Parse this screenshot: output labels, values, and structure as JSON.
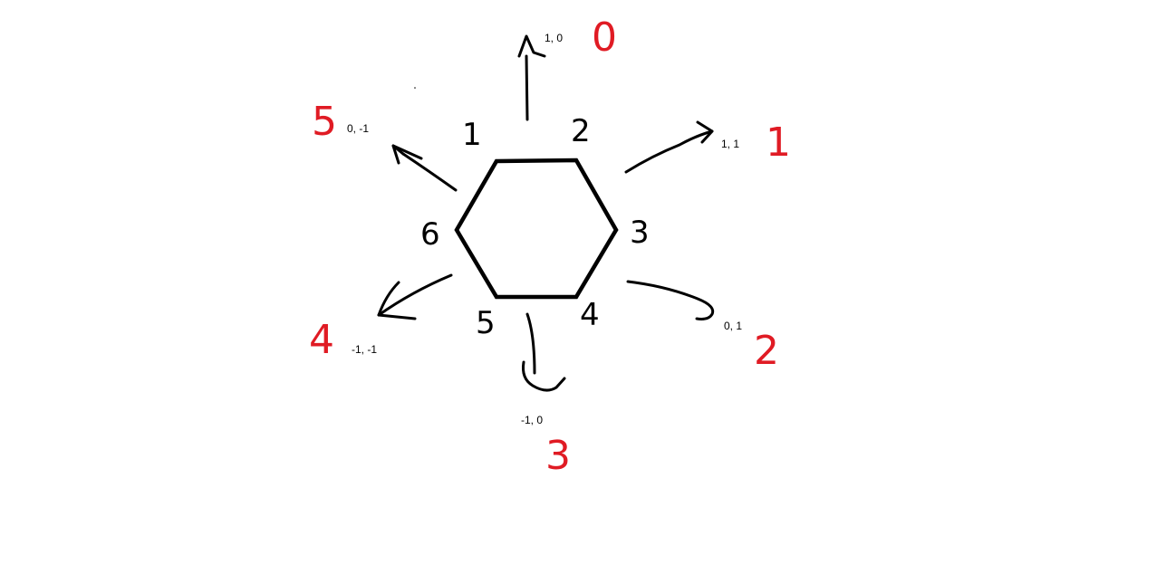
{
  "vertex_labels": [
    "1",
    "2",
    "3",
    "4",
    "5",
    "6"
  ],
  "directions": [
    {
      "index": "0",
      "offset": "1, 0"
    },
    {
      "index": "1",
      "offset": "1, 1"
    },
    {
      "index": "2",
      "offset": "0, 1"
    },
    {
      "index": "3",
      "offset": "-1, 0"
    },
    {
      "index": "4",
      "offset": "-1, -1"
    },
    {
      "index": "5",
      "offset": "0, -1"
    }
  ],
  "colors": {
    "ink": "#000000",
    "direction_index": "#e01b24",
    "background": "#ffffff"
  }
}
